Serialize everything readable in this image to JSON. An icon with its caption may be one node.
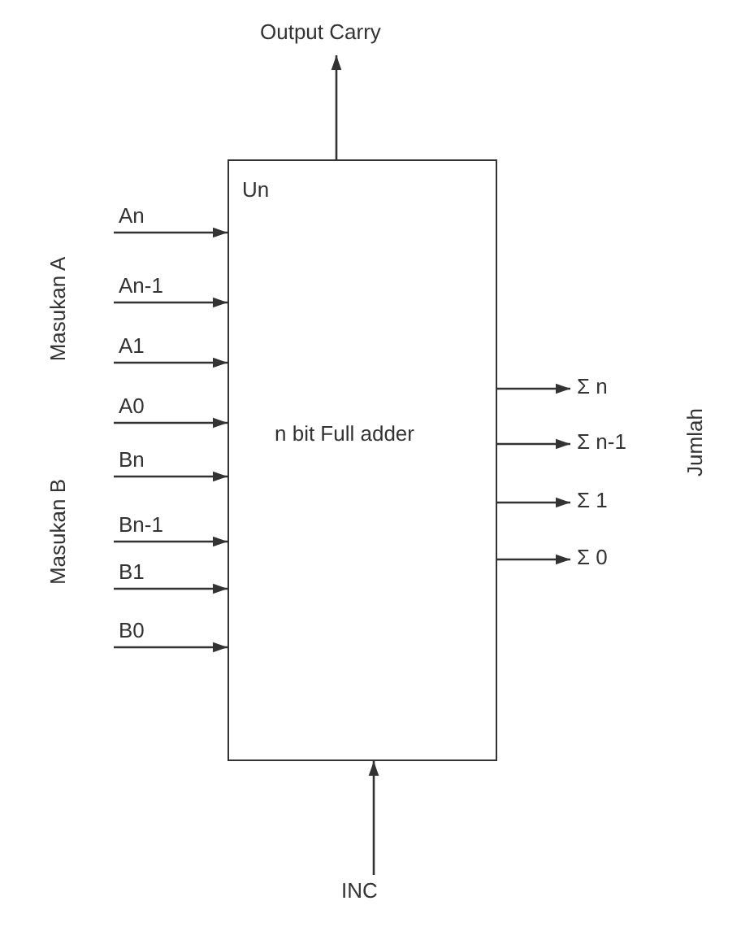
{
  "diagram": {
    "nodes": [
      {
        "text": [
          "Output Carry"
        ]
      },
      {
        "text": [
          "Un",
          "n bit Full adder"
        ]
      },
      {
        "text": [
          "Σ n"
        ]
      },
      {
        "text": [
          "Σ n-1"
        ]
      },
      {
        "text": [
          "Σ 1"
        ]
      },
      {
        "text": [
          "Σ 0"
        ]
      },
      {
        "text": [
          "INC"
        ]
      }
    ],
    "edges": [
      {
        "from": 1,
        "to": 0,
        "arrow": "to"
      },
      {
        "from": null,
        "to": 1,
        "arrow": "to",
        "label": "An"
      },
      {
        "from": null,
        "to": 1,
        "arrow": "to",
        "label": "An-1"
      },
      {
        "from": null,
        "to": 1,
        "arrow": "to",
        "label": "A1"
      },
      {
        "from": null,
        "to": 1,
        "arrow": "to",
        "label": "A0"
      },
      {
        "from": null,
        "to": 1,
        "arrow": "to",
        "label": "Bn"
      },
      {
        "from": null,
        "to": 1,
        "arrow": "to",
        "label": "Bn-1"
      },
      {
        "from": null,
        "to": 1,
        "arrow": "to",
        "label": "B1"
      },
      {
        "from": null,
        "to": 1,
        "arrow": "to",
        "label": "B0"
      },
      {
        "from": 1,
        "to": 2,
        "arrow": "to"
      },
      {
        "from": 1,
        "to": 3,
        "arrow": "to"
      },
      {
        "from": 1,
        "to": 4,
        "arrow": "to"
      },
      {
        "from": 1,
        "to": 5,
        "arrow": "to"
      },
      {
        "from": 6,
        "to": 1,
        "arrow": "to"
      }
    ],
    "labels": [
      "Masukan A",
      "Masukan B",
      "Jumlah"
    ]
  }
}
